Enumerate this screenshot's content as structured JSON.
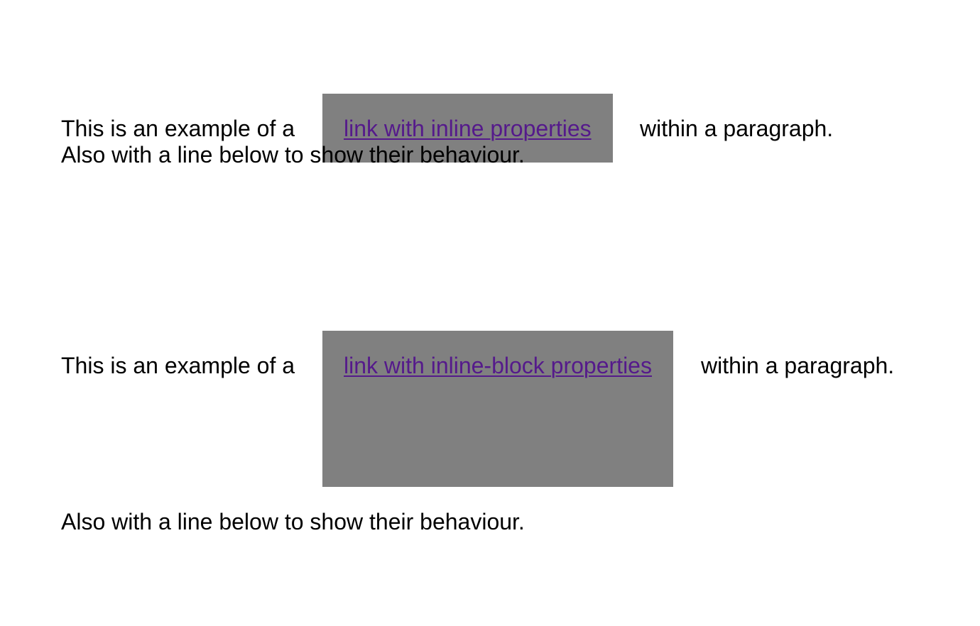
{
  "colors": {
    "background": "#ffffff",
    "text": "#000000",
    "link": "#551a8b",
    "box": "#808080"
  },
  "examples": [
    {
      "before_text": "This is an example of a",
      "link_text": "link with inline properties",
      "after_text": "within a paragraph.",
      "line_below": "Also with a line below to show their behaviour."
    },
    {
      "before_text": "This is an example of a",
      "link_text": "link with inline-block properties",
      "after_text": "within a paragraph.",
      "line_below": "Also with a line below to show their behaviour."
    }
  ]
}
